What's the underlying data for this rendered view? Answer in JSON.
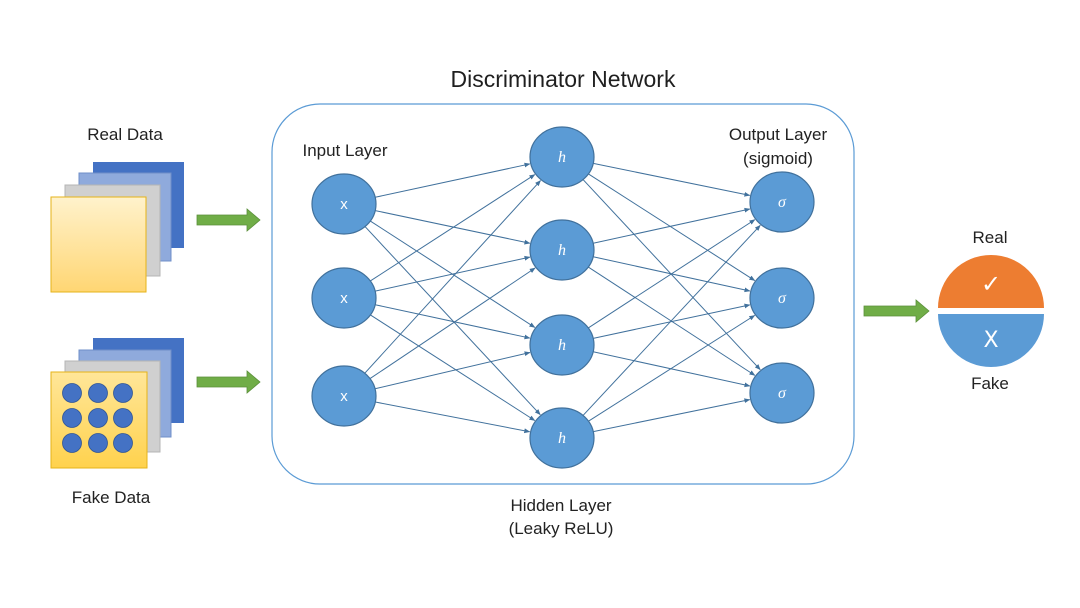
{
  "title": "Discriminator Network",
  "inputs": {
    "real_label": "Real Data",
    "fake_label": "Fake Data"
  },
  "layers": {
    "input": {
      "label": "Input Layer",
      "node_symbol": "x",
      "node_count": 3
    },
    "hidden": {
      "label_line1": "Hidden Layer",
      "label_line2": "(Leaky ReLU)",
      "node_symbol": "h",
      "node_count": 4
    },
    "output": {
      "label_line1": "Output Layer",
      "label_line2": "(sigmoid)",
      "node_symbol": "σ",
      "node_count": 3
    }
  },
  "result": {
    "real_label": "Real",
    "fake_label": "Fake",
    "real_symbol": "✓",
    "fake_symbol": "X"
  },
  "colors": {
    "node_fill": "#5b9bd5",
    "node_stroke": "#41719c",
    "edge": "#41719c",
    "arrow": "#70ad47",
    "real_half": "#ed7d31",
    "fake_half": "#5b9bd5",
    "network_border": "#5b9bd5",
    "stack_back": "#4472c4",
    "stack_mid": "#8faadc",
    "stack_gray": "#c9c9c9",
    "sheet_fill": "#ffd966",
    "sheet_stroke": "#e6b319"
  }
}
